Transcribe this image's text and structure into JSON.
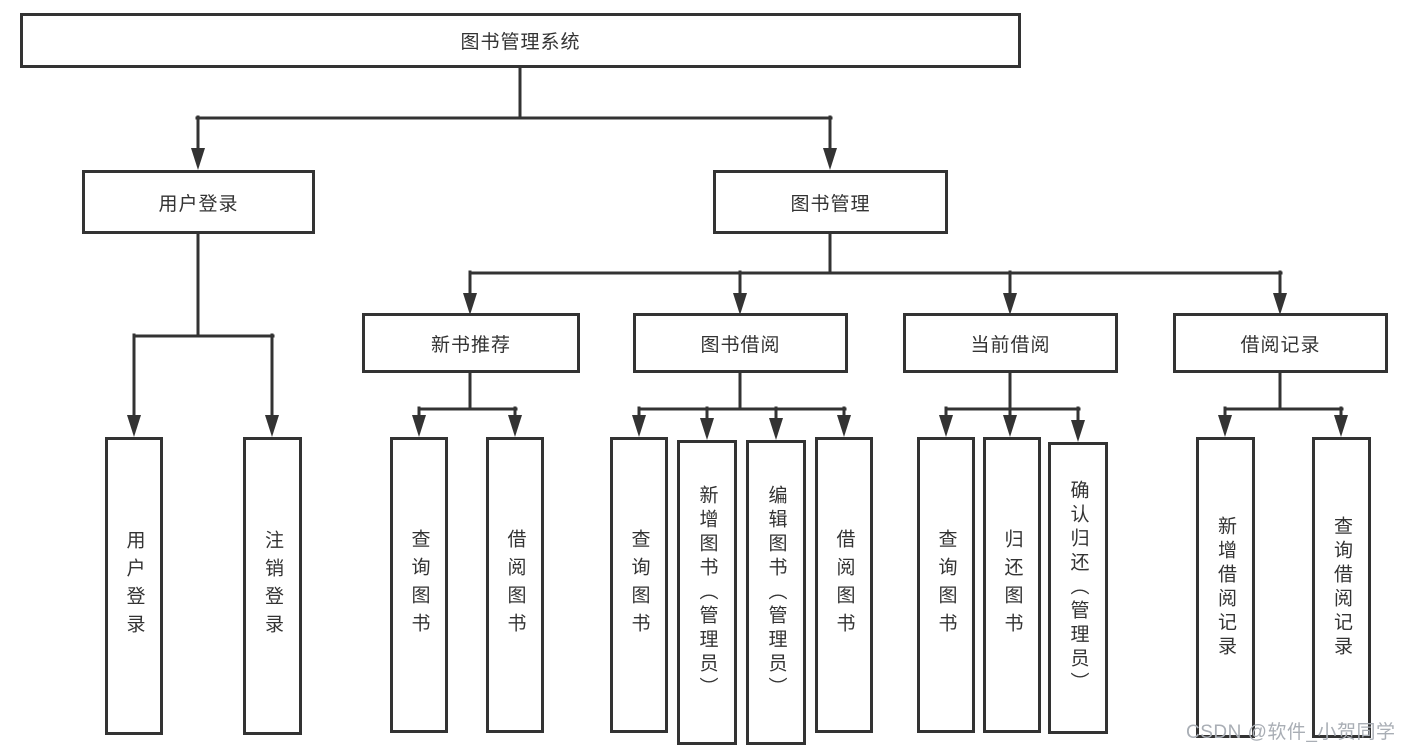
{
  "tree": {
    "label": "图书管理系统",
    "children": [
      {
        "label": "用户登录",
        "children": [
          {
            "label": "用户登录"
          },
          {
            "label": "注销登录"
          }
        ]
      },
      {
        "label": "图书管理",
        "children": [
          {
            "label": "新书推荐",
            "children": [
              {
                "label": "查询图书"
              },
              {
                "label": "借阅图书"
              }
            ]
          },
          {
            "label": "图书借阅",
            "children": [
              {
                "label": "查询图书"
              },
              {
                "label": "新增图书（管理员）"
              },
              {
                "label": "编辑图书（管理员）"
              },
              {
                "label": "借阅图书"
              }
            ]
          },
          {
            "label": "当前借阅",
            "children": [
              {
                "label": "查询图书"
              },
              {
                "label": "归还图书"
              },
              {
                "label": "确认归还（管理员）"
              }
            ]
          },
          {
            "label": "借阅记录",
            "children": [
              {
                "label": "新增借阅记录"
              },
              {
                "label": "查询借阅记录"
              }
            ]
          }
        ]
      }
    ]
  },
  "watermark": {
    "text": "CSDN @软件_小贺同学"
  },
  "colors": {
    "line": "#333333",
    "background": "#ffffff",
    "box_fill": "#ffffff",
    "text": "#333333",
    "watermark": "#a9aeb5"
  }
}
